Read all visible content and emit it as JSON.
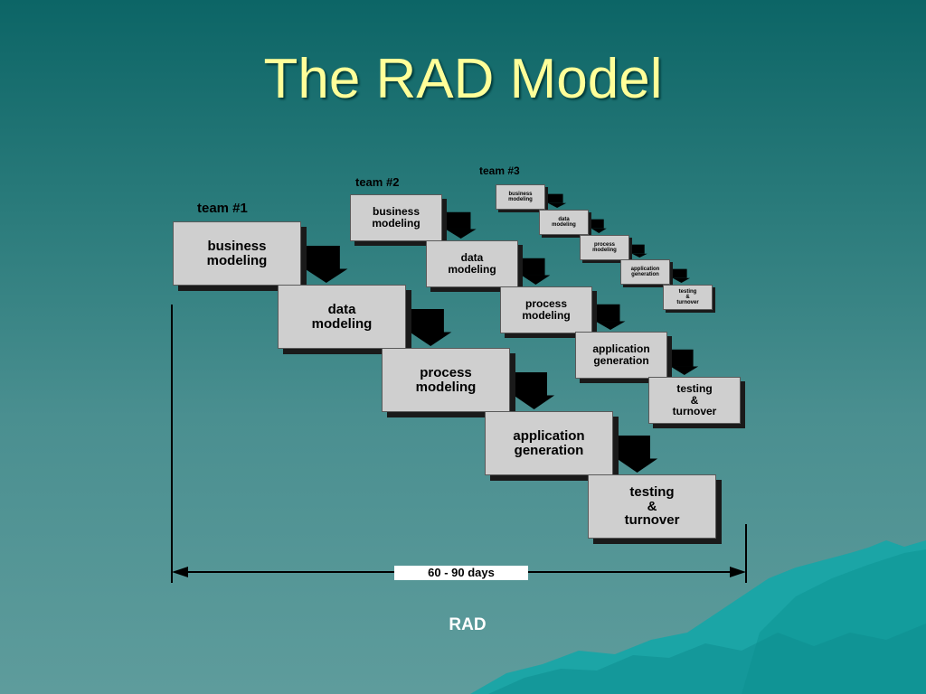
{
  "slide": {
    "title": "The RAD Model",
    "caption": "RAD"
  },
  "diagram": {
    "timeline_label": "60 - 90 days",
    "teams": [
      {
        "label": "team #1",
        "phases": [
          "business\nmodeling",
          "data\nmodeling",
          "process\nmodeling",
          "application\ngeneration",
          "testing\n&\nturnover"
        ]
      },
      {
        "label": "team #2",
        "phases": [
          "business\nmodeling",
          "data\nmodeling",
          "process\nmodeling",
          "application\ngeneration",
          "testing\n&\nturnover"
        ]
      },
      {
        "label": "team #3",
        "phases": [
          "business\nmodeling",
          "data\nmodeling",
          "process\nmodeling",
          "application\ngeneration",
          "testing\n&\nturnover"
        ]
      }
    ]
  },
  "colors": {
    "title": "#ffff99",
    "box_fill": "#cfcfcf",
    "box_shadow": "#1a1a1a",
    "arrow": "#000000",
    "background_top": "#0c6566",
    "background_bottom": "#5e9c9c",
    "mountain": "#1a9a9a"
  }
}
